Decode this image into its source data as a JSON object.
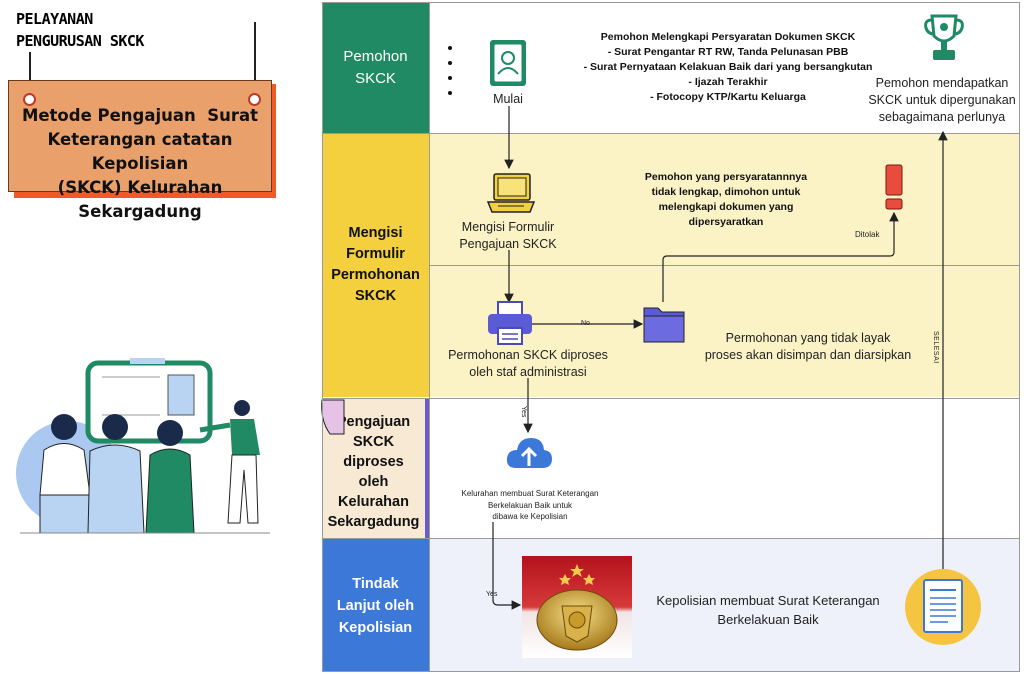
{
  "header": {
    "title_line1": "PELAYANAN",
    "title_line2": "PENGURUSAN SKCK"
  },
  "signboard": {
    "line1": "Metode Pengajuan  Surat",
    "line2": "Keterangan catatan Kepolisian",
    "line3": "(SKCK) Kelurahan Sekargadung"
  },
  "lanes": [
    {
      "label_line1": "Pemohon",
      "label_line2": "SKCK",
      "color": "#1f8a63"
    },
    {
      "label_line1": "Mengisi",
      "label_line2": "Formulir",
      "label_line3": "Permohonan",
      "label_line4": "SKCK",
      "color": "#f4d03f"
    },
    {
      "label_line1": "Pengajuan",
      "label_line2": "SKCK diproses",
      "label_line3": "oleh Kelurahan",
      "label_line4": "Sekargadung",
      "color": "#f7e9d4"
    },
    {
      "label_line1": "Tindak",
      "label_line2": "Lanjut oleh",
      "label_line3": "Kepolisian",
      "color": "#3b78d8"
    }
  ],
  "steps": {
    "start": "Mulai",
    "requirements_title": "Pemohon Melengkapi Persyaratan Dokumen SKCK",
    "requirements": [
      "- Surat Pengantar RT RW, Tanda Pelunasan PBB",
      "- Surat Pernyataan Kelakuan Baik dari yang bersangkutan",
      "- Ijazah Terakhir",
      "- Fotocopy KTP/Kartu Keluarga"
    ],
    "result_line1": "Pemohon mendapatkan",
    "result_line2": "SKCK untuk dipergunakan",
    "result_line3": "sebagaimana perlunya",
    "fill_form_line1": "Mengisi Formulir",
    "fill_form_line2": "Pengajuan SKCK",
    "incomplete_line1": "Pemohon yang persyaratannnya",
    "incomplete_line2": "tidak lengkap, dimohon untuk",
    "incomplete_line3": "melengkapi dokumen yang",
    "incomplete_line4": "dipersyaratkan",
    "rejected": "Ditolak",
    "processed_line1": "Permohonan SKCK diproses",
    "processed_line2": "oleh staf administrasi",
    "archived_line1": "Permohonan yang tidak layak",
    "archived_line2": "proses akan disimpan dan diarsipkan",
    "no_label": "No",
    "yes_label_1": "Yes",
    "kelurahan_line1": "Kelurahan membuat Surat Keterangan",
    "kelurahan_line2": "Berkelakuan Baik untuk",
    "kelurahan_line3": "dibawa ke Kepolisian",
    "yes_label_2": "Yes",
    "police_line1": "Kepolisian membuat Surat Keterangan",
    "police_line2": "Berkelakuan Baik",
    "done_label": "SELESAI"
  },
  "icons": {
    "start_icon": "id-card-icon",
    "result_icon": "trophy-icon",
    "form_icon": "laptop-icon",
    "reject_icon": "exclamation-icon",
    "process_icon": "printer-icon",
    "archive_icon": "folder-icon",
    "upload_icon": "cloud-upload-icon",
    "police_icon": "police-emblem-icon",
    "document_icon": "document-icon"
  }
}
